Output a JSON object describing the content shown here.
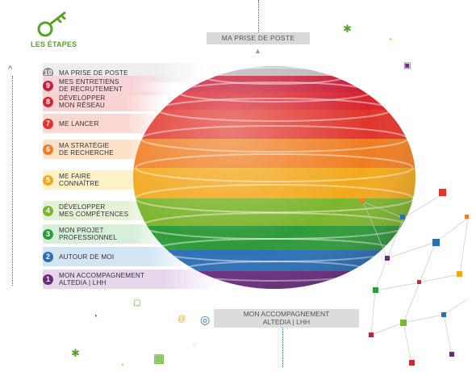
{
  "header": {
    "logo_label": "LES ÉTAPES"
  },
  "top_box": {
    "label": "MA PRISE DE POSTE"
  },
  "bottom_box": {
    "line1": "MON ACCOMPAGNEMENT",
    "line2": "ALTEDIA | LHH"
  },
  "steps": [
    {
      "num": "10",
      "line1": "MA PRISE DE POSTE",
      "line2": "",
      "color": "#8a8a8a",
      "bg": "#eeeeee"
    },
    {
      "num": "9",
      "line1": "MES ENTRETIENS",
      "line2": "DE RECRUTEMENT",
      "color": "#c8203a",
      "bg": "#f6d5da"
    },
    {
      "num": "8",
      "line1": "DÉVELOPPER",
      "line2": "MON RÉSEAU",
      "color": "#d9252f",
      "bg": "#f9d3d2"
    },
    {
      "num": "7",
      "line1": "ME LANCER",
      "line2": "",
      "color": "#e0352c",
      "bg": "#fbd9d2"
    },
    {
      "num": "6",
      "line1": "MA STRATÉGIE",
      "line2": "DE RECHERCHE",
      "color": "#ef7d22",
      "bg": "#fde2c8"
    },
    {
      "num": "5",
      "line1": "ME FAIRE",
      "line2": "CONNAÎTRE",
      "color": "#f2a81c",
      "bg": "#fdf1c8"
    },
    {
      "num": "4",
      "line1": "DÉVELOPPER",
      "line2": "MES COMPÉTENCES",
      "color": "#7db52e",
      "bg": "#e6f2d6"
    },
    {
      "num": "3",
      "line1": "MON PROJET",
      "line2": "PROFESSIONNEL",
      "color": "#2e9b3a",
      "bg": "#d7efd8"
    },
    {
      "num": "2",
      "line1": "AUTOUR DE MOI",
      "line2": "",
      "color": "#2a6fb6",
      "bg": "#d3e4f5"
    },
    {
      "num": "1",
      "line1": "MON ACCOMPAGNEMENT",
      "line2": "ALTEDIA | LHH",
      "color": "#6a2b7f",
      "bg": "#e6d6ec"
    }
  ],
  "icons": [
    "key-icon",
    "clock-icon",
    "calendar-icon",
    "target-icon",
    "at-icon",
    "document-icon",
    "lightbulb-icon",
    "sparkle-icon"
  ]
}
